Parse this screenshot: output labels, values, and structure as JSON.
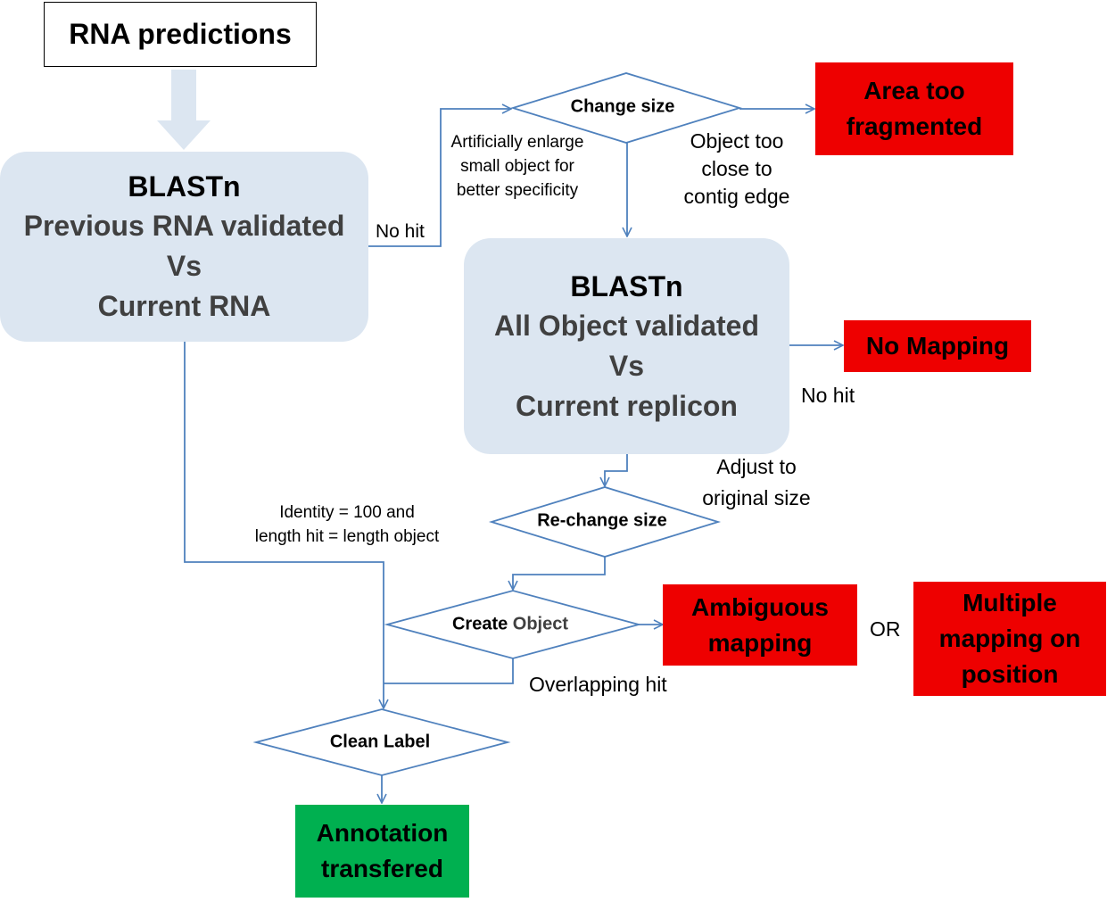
{
  "start": {
    "text": "RNA predictions"
  },
  "blast1": {
    "line1": "BLASTn",
    "line2": "Previous RNA validated",
    "line3": "Vs",
    "line4": "Current RNA"
  },
  "blast2": {
    "line1": "BLASTn",
    "line2": "All Object validated",
    "line3": "Vs",
    "line4": "Current replicon"
  },
  "decisions": {
    "change_size": "Change size",
    "rechange_size": "Re-change size",
    "create_object_a": "Create ",
    "create_object_b": "Object",
    "clean_label": "Clean Label"
  },
  "outcomes": {
    "area_fragmented": [
      "Area too",
      "fragmented"
    ],
    "no_mapping": "No Mapping",
    "ambiguous": [
      "Ambiguous",
      "mapping"
    ],
    "multiple": [
      "Multiple",
      "mapping on",
      "position"
    ],
    "annotation": [
      "Annotation",
      "transfered"
    ]
  },
  "labels": {
    "no_hit_1": "No hit",
    "no_hit_2": "No hit",
    "enlarge": [
      "Artificially enlarge",
      "small object for",
      "better specificity"
    ],
    "too_close": [
      "Object too",
      "close to",
      "contig edge"
    ],
    "adjust": [
      "Adjust to",
      "original size"
    ],
    "identity": [
      "Identity  = 100 and",
      "length hit = length object"
    ],
    "overlapping": "Overlapping hit",
    "or": "OR"
  },
  "colors": {
    "arrow": "#4f81bd",
    "process_fill": "#dce6f1",
    "red": "#ee0000",
    "green": "#00b050"
  }
}
